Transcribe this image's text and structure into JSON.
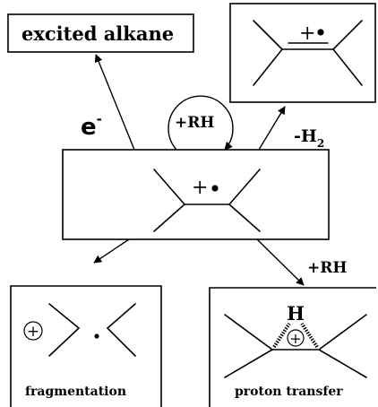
{
  "excited_alkane_label": "excited alkane",
  "electron_label": "e",
  "electron_superscript": "-",
  "plus_rh_top_label": "+RH",
  "h2_label_prefix": "-H",
  "h2_label_subscript": "2",
  "plus_rh_bottom_label": "+RH",
  "charge_plus_symbol": "+",
  "radical_dot_symbol": "•",
  "h_label": "H",
  "fragmentation_label": "fragmentation",
  "proton_transfer_label": "proton transfer"
}
